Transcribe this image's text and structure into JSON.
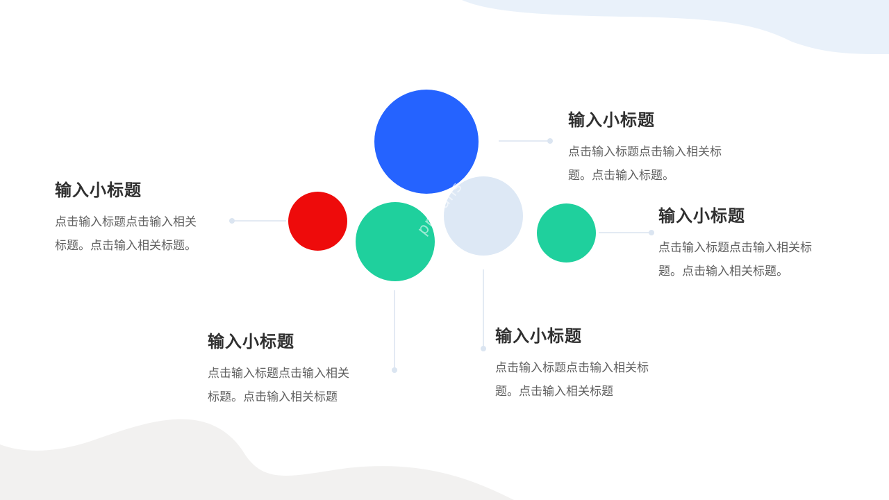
{
  "slide": {
    "colors": {
      "blue": "#2563FF",
      "red": "#EE0B0B",
      "green": "#1FD09D",
      "light_blue": "#DDE8F5",
      "top_wave": "#E9F1FA",
      "bottom_wave": "#F2F1F0",
      "connector": "#E3EAF3"
    },
    "watermark": "pptfans",
    "items": [
      {
        "position": "top-right",
        "title": "输入小标题",
        "desc_line1": "点击输入标题点击输入相关标",
        "desc_line2": "题。点击输入标题。"
      },
      {
        "position": "left",
        "title": "输入小标题",
        "desc_line1": "点击输入标题点击输入相关",
        "desc_line2": "标题。点击输入相关标题。"
      },
      {
        "position": "right",
        "title": "输入小标题",
        "desc_line1": "点击输入标题点击输入相关标",
        "desc_line2": "题。点击输入相关标题。"
      },
      {
        "position": "bottom-left",
        "title": "输入小标题",
        "desc_line1": "点击输入标题点击输入相关",
        "desc_line2": "标题。点击输入相关标题"
      },
      {
        "position": "bottom-right",
        "title": "输入小标题",
        "desc_line1": "点击输入标题点击输入相关标",
        "desc_line2": "题。点击输入相关标题"
      }
    ]
  }
}
